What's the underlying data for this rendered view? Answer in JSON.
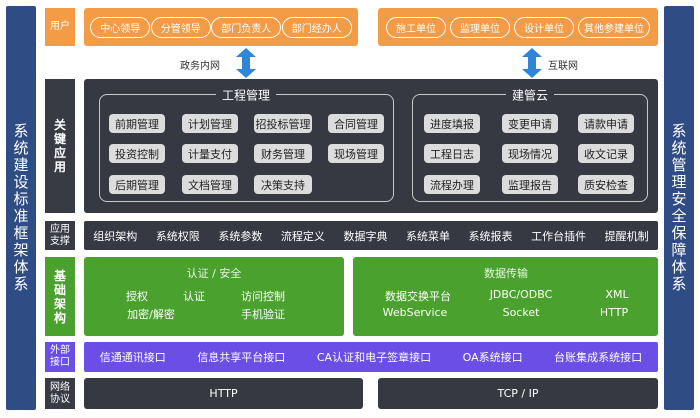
{
  "left_side": "系统建设标准框架体系",
  "right_side": "系统管理安全保障体系",
  "users": {
    "label": "用户",
    "left_group": [
      "中心领导",
      "分管领导",
      "部门负责人",
      "部门经办人"
    ],
    "right_group": [
      "施工单位",
      "监理单位",
      "设计单位",
      "其他参建单位"
    ]
  },
  "networks": {
    "left": "政务内网",
    "right": "互联网"
  },
  "key_apps": {
    "label": "关键应用",
    "engineering": {
      "title": "工程管理",
      "items": [
        "前期管理",
        "计划管理",
        "招投标管理",
        "合同管理",
        "投资控制",
        "计量支付",
        "财务管理",
        "现场管理",
        "后期管理",
        "文档管理",
        "决策支持"
      ]
    },
    "jianguan": {
      "title": "建管云",
      "items": [
        "进度填报",
        "变更申请",
        "请款申请",
        "工程日志",
        "现场情况",
        "收文记录",
        "流程办理",
        "监理报告",
        "质安检查"
      ]
    }
  },
  "app_support": {
    "label": "应用支撑",
    "items": [
      "组织架构",
      "系统权限",
      "系统参数",
      "流程定义",
      "数据字典",
      "系统菜单",
      "系统报表",
      "工作台插件",
      "提醒机制"
    ]
  },
  "foundation": {
    "label": "基础架构",
    "auth": {
      "title": "认证 / 安全",
      "row1": [
        "授权",
        "认证",
        "访问控制"
      ],
      "row2": [
        "加密/解密",
        "手机验证"
      ]
    },
    "data": {
      "title": "数据传输",
      "row1": [
        "数据交换平台",
        "JDBC/ODBC",
        "XML"
      ],
      "row2": [
        "WebService",
        "Socket",
        "HTTP"
      ]
    }
  },
  "external": {
    "label": "外部接口",
    "items": [
      "信通通讯接口",
      "信息共享平台接口",
      "CA认证和电子签章接口",
      "OA系统接口",
      "台账集成系统接口"
    ]
  },
  "network_protocol": {
    "label": "网络协议",
    "items": [
      "HTTP",
      "TCP / IP"
    ]
  },
  "colors": {
    "navy": "#2f4c85",
    "orange": "#f39c45",
    "dark": "#363842",
    "green": "#4aa12d",
    "purple": "#6a4ee6",
    "arrow": "#2f86d8"
  }
}
